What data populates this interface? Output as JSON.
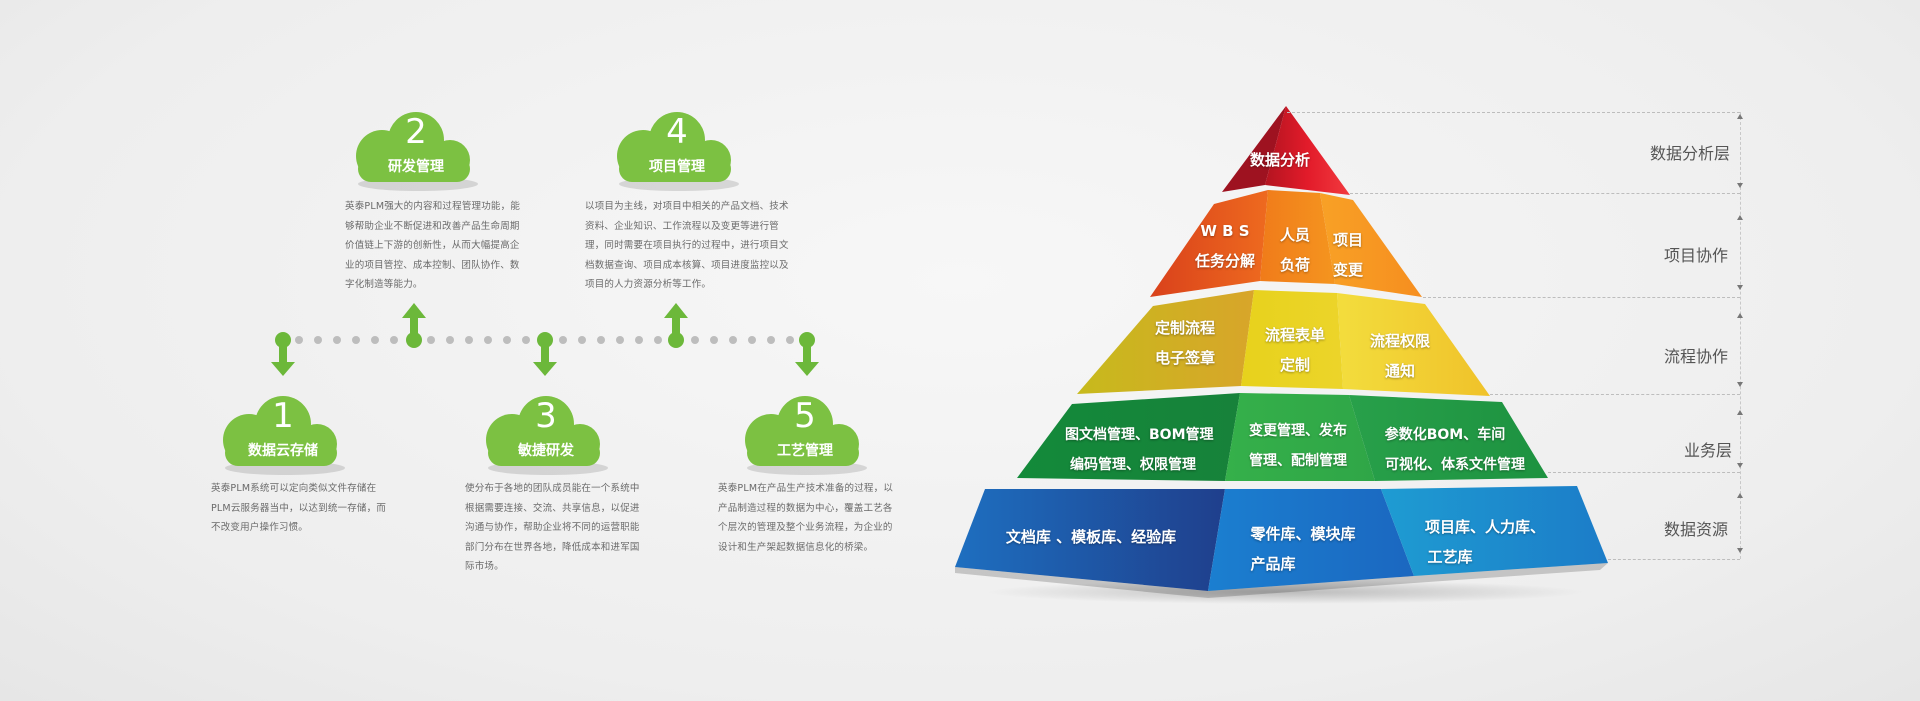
{
  "modules": [
    {
      "num": "2",
      "title": "研发管理",
      "desc": "英泰PLM强大的内容和过程管理功能，能够帮助企业不断促进和改善产品生命周期价值链上下游的创新性，从而大幅提高企业的项目管控、成本控制、团队协作、数字化制造等能力。"
    },
    {
      "num": "4",
      "title": "项目管理",
      "desc": "以项目为主线，对项目中相关的产品文档、技术资料、企业知识、工作流程以及变更等进行管理，同时需要在项目执行的过程中，进行项目文档数据查询、项目成本核算、项目进度监控以及项目的人力资源分析等工作。"
    },
    {
      "num": "1",
      "title": "数据云存储",
      "desc": "英泰PLM系统可以定向类似文件存储在PLM云服务器当中，以达到统一存储，而不改变用户操作习惯。"
    },
    {
      "num": "3",
      "title": "敏捷研发",
      "desc": "使分布于各地的团队成员能在一个系统中根据需要连接、交流、共享信息，以促进沟通与协作，帮助企业将不同的运营职能部门分布在世界各地，降低成本和进军国际市场。"
    },
    {
      "num": "5",
      "title": "工艺管理",
      "desc": "英泰PLM在产品生产技术准备的过程，以产品制造过程的数据为中心，覆盖工艺各个层次的管理及整个业务流程，为企业的设计和生产架起数据信息化的桥梁。"
    }
  ],
  "pyramid": {
    "tier1": {
      "a": "数据分析"
    },
    "tier2": {
      "a1": "W B S",
      "a2": "任务分解",
      "b1": "人员",
      "b2": "负荷",
      "c1": "项目",
      "c2": "变更"
    },
    "tier3": {
      "a1": "定制流程",
      "a2": "电子签章",
      "b1": "流程表单",
      "b2": "定制",
      "c1": "流程权限",
      "c2": "通知"
    },
    "tier4": {
      "a1": "图文档管理、BOM管理",
      "a2": "编码管理、权限管理",
      "b1": "变更管理、发布",
      "b2": "管理、配制管理",
      "c1": "参数化BOM、车间",
      "c2": "可视化、体系文件管理"
    },
    "tier5": {
      "a": "文档库 、模板库、经验库",
      "b1": "零件库、模块库",
      "b2": "产品库",
      "c1": "项目库、人力库、",
      "c2": "工艺库"
    }
  },
  "layers": [
    "数据分析层",
    "项目协作",
    "流程协作",
    "业务层",
    "数据资源"
  ],
  "colors": {
    "cloud": "#7cc142",
    "arrow": "#6cb83a",
    "dot": "#bdbdbd"
  }
}
